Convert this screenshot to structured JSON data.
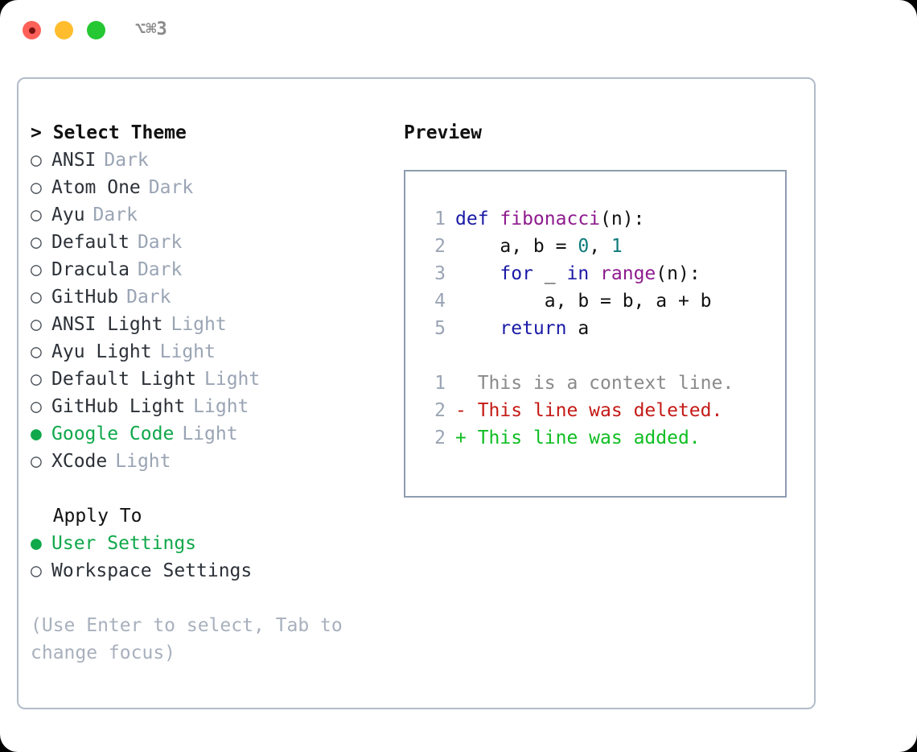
{
  "window": {
    "traffic_lights": [
      "close",
      "minimize",
      "maximize"
    ],
    "shortcut": "⌥⌘3"
  },
  "colors": {
    "accent_green": "#0fa84a",
    "muted_gray": "#9aa4b4",
    "hint_gray": "#a8b0bd",
    "border": "#b3bcc9",
    "preview_border": "#8e9cb0",
    "keyword": "#1a1aa6",
    "function": "#8e1b8e",
    "number": "#0d7a7a",
    "diff_delete": "#c41a16",
    "diff_add": "#0fbe22",
    "context": "#8a8a8a"
  },
  "theme_section": {
    "header": "> Select Theme",
    "items": [
      {
        "marker": "○",
        "label": "ANSI",
        "kind": "Dark",
        "selected": false
      },
      {
        "marker": "○",
        "label": "Atom One",
        "kind": "Dark",
        "selected": false
      },
      {
        "marker": "○",
        "label": "Ayu",
        "kind": "Dark",
        "selected": false
      },
      {
        "marker": "○",
        "label": "Default",
        "kind": "Dark",
        "selected": false
      },
      {
        "marker": "○",
        "label": "Dracula",
        "kind": "Dark",
        "selected": false
      },
      {
        "marker": "○",
        "label": "GitHub",
        "kind": "Dark",
        "selected": false
      },
      {
        "marker": "○",
        "label": "ANSI Light",
        "kind": "Light",
        "selected": false
      },
      {
        "marker": "○",
        "label": "Ayu Light",
        "kind": "Light",
        "selected": false
      },
      {
        "marker": "○",
        "label": "Default Light",
        "kind": "Light",
        "selected": false
      },
      {
        "marker": "○",
        "label": "GitHub Light",
        "kind": "Light",
        "selected": false
      },
      {
        "marker": "●",
        "label": "Google Code",
        "kind": "Light",
        "selected": true
      },
      {
        "marker": "○",
        "label": "XCode",
        "kind": "Light",
        "selected": false
      }
    ]
  },
  "apply_section": {
    "header": "  Apply To",
    "items": [
      {
        "marker": "●",
        "label": "User Settings",
        "selected": true
      },
      {
        "marker": "○",
        "label": "Workspace Settings",
        "selected": false
      }
    ]
  },
  "hint": "(Use Enter to select, Tab to change focus)",
  "preview": {
    "header": "Preview",
    "code_lines": [
      {
        "num": "1",
        "tokens": [
          {
            "t": "def ",
            "c": "kw"
          },
          {
            "t": "fibonacci",
            "c": "fn"
          },
          {
            "t": "(n):",
            "c": "txt"
          }
        ]
      },
      {
        "num": "2",
        "tokens": [
          {
            "t": "    a, b = ",
            "c": "txt"
          },
          {
            "t": "0",
            "c": "num"
          },
          {
            "t": ", ",
            "c": "txt"
          },
          {
            "t": "1",
            "c": "num"
          }
        ]
      },
      {
        "num": "3",
        "tokens": [
          {
            "t": "    ",
            "c": "txt"
          },
          {
            "t": "for",
            "c": "kw"
          },
          {
            "t": " _ ",
            "c": "txt"
          },
          {
            "t": "in",
            "c": "kw"
          },
          {
            "t": " ",
            "c": "txt"
          },
          {
            "t": "range",
            "c": "fn"
          },
          {
            "t": "(n):",
            "c": "txt"
          }
        ]
      },
      {
        "num": "4",
        "tokens": [
          {
            "t": "        a, b = b, a + b",
            "c": "txt"
          }
        ]
      },
      {
        "num": "5",
        "tokens": [
          {
            "t": "    ",
            "c": "txt"
          },
          {
            "t": "return",
            "c": "kw"
          },
          {
            "t": " a",
            "c": "txt"
          }
        ]
      }
    ],
    "diff_lines": [
      {
        "num": "1",
        "sign": "  ",
        "text": "This is a context line.",
        "kind": "ctx"
      },
      {
        "num": "2",
        "sign": "- ",
        "text": "This line was deleted.",
        "kind": "del"
      },
      {
        "num": "2",
        "sign": "+ ",
        "text": "This line was added.",
        "kind": "add"
      }
    ]
  }
}
